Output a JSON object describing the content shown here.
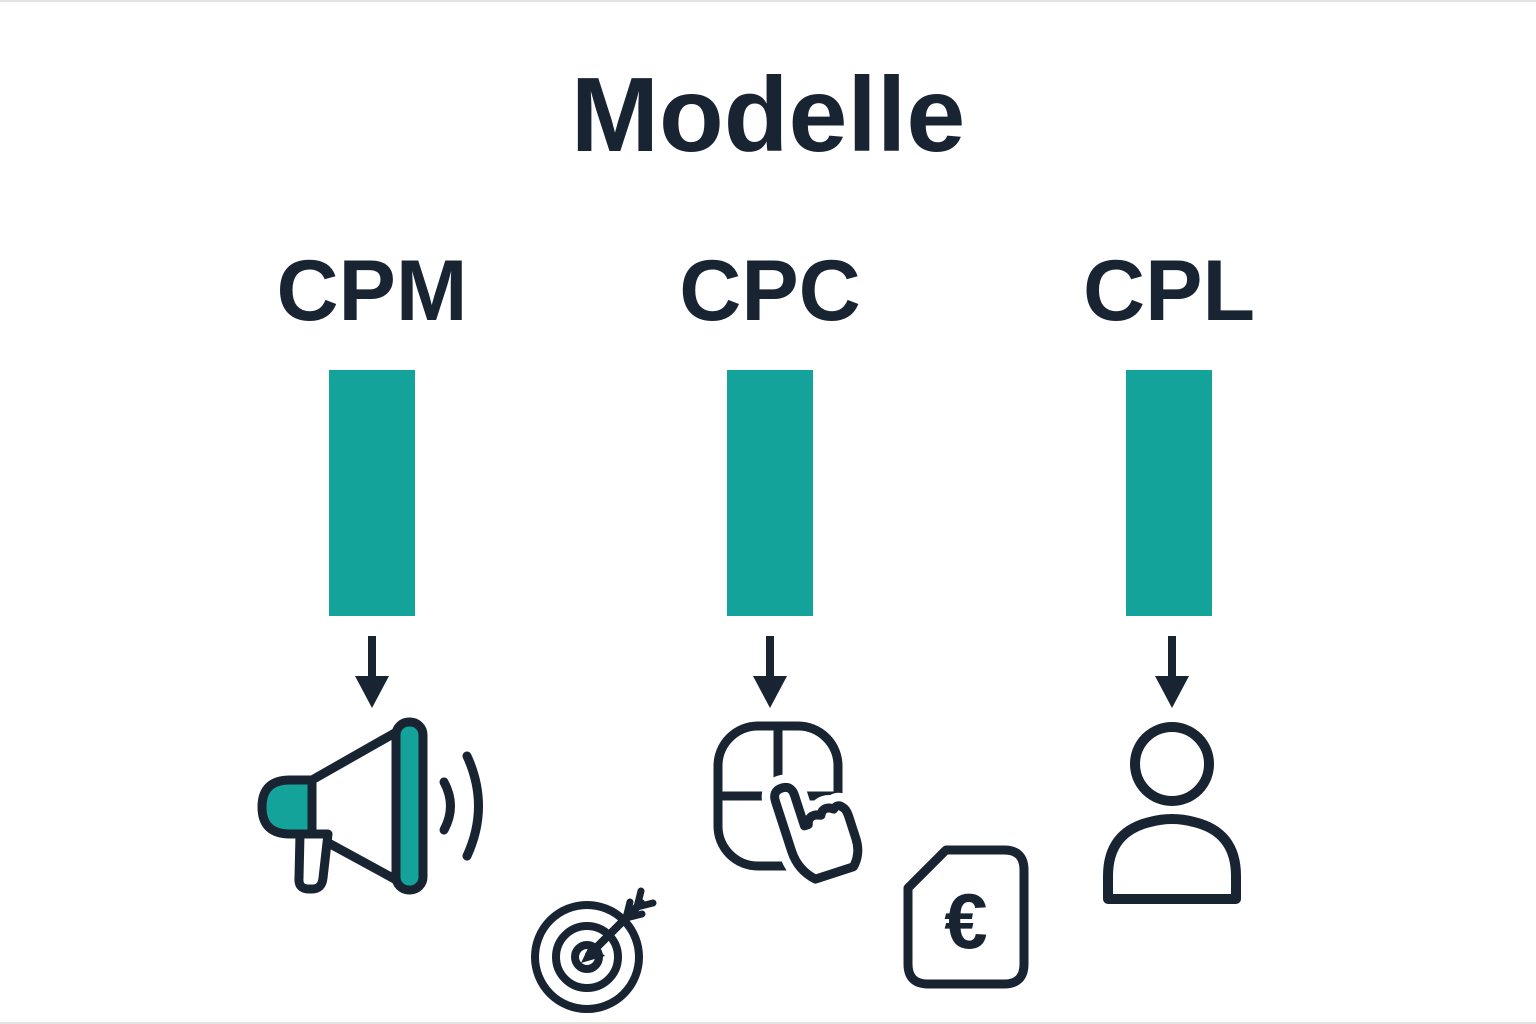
{
  "title": "Modelle",
  "colors": {
    "teal": "#13A39A",
    "dark": "#192433",
    "background": "#FFFFFF"
  },
  "columns": [
    {
      "label": "CPM",
      "icon": "megaphone-icon"
    },
    {
      "label": "CPC",
      "icon": "mouse-click-icon"
    },
    {
      "label": "CPL",
      "icon": "person-icon"
    }
  ],
  "decorations": {
    "euro_symbol": "€",
    "extra_icons": [
      "target-dart-icon",
      "euro-document-icon"
    ]
  }
}
